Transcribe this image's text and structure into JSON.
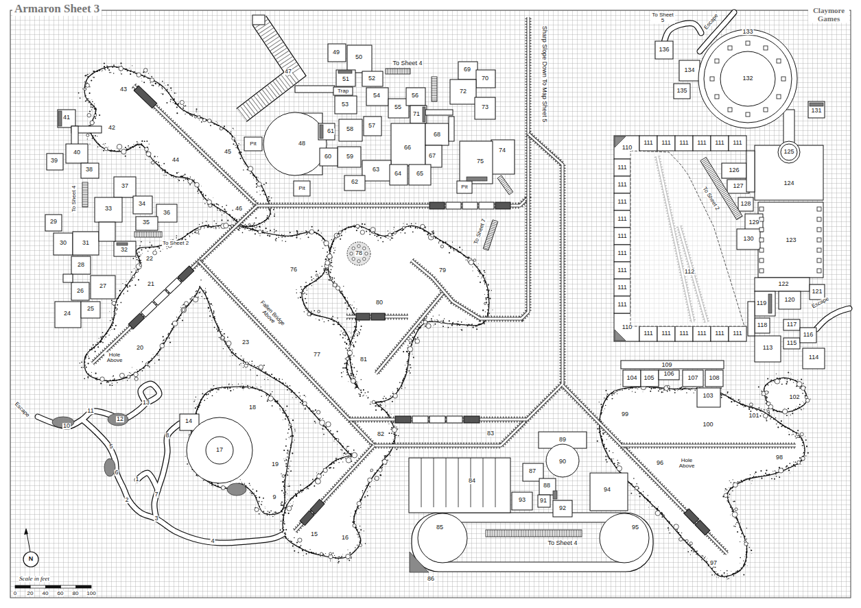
{
  "diagram": {
    "title": "Armaron Sheet 3",
    "labels": [
      "1",
      "2",
      "3",
      "4",
      "5",
      "6",
      "7",
      "8",
      "9",
      "10",
      "11",
      "12",
      "13",
      "14",
      "15",
      "16",
      "17",
      "18",
      "19",
      "20",
      "21",
      "22",
      "23",
      "24",
      "25",
      "26",
      "27",
      "28",
      "29",
      "30",
      "31",
      "32",
      "33",
      "34",
      "35",
      "36",
      "37",
      "38",
      "39",
      "40",
      "41",
      "42",
      "43",
      "44",
      "45",
      "46",
      "47",
      "48",
      "49",
      "50",
      "51",
      "52",
      "53",
      "54",
      "55",
      "56",
      "57",
      "58",
      "59",
      "60",
      "61",
      "62",
      "63",
      "64",
      "65",
      "66",
      "67",
      "68",
      "69",
      "70",
      "71",
      "72",
      "73",
      "74",
      "75",
      "76",
      "77",
      "78",
      "79",
      "80",
      "81",
      "82",
      "83",
      "84",
      "85",
      "86",
      "87",
      "88",
      "89",
      "90",
      "91",
      "92",
      "93",
      "94",
      "95",
      "96",
      "97",
      "98",
      "99",
      "100",
      "101",
      "102",
      "103",
      "104",
      "105",
      "106",
      "107",
      "108",
      "109",
      "110",
      "110",
      "111",
      "111",
      "111",
      "111",
      "111",
      "111",
      "111",
      "111",
      "111",
      "111",
      "111",
      "111",
      "111",
      "111",
      "111",
      "111",
      "111",
      "111",
      "111",
      "111",
      "111",
      "112",
      "113",
      "114",
      "115",
      "116",
      "117",
      "118",
      "119",
      "120",
      "121",
      "122",
      "123",
      "124",
      "125",
      "126",
      "127",
      "128",
      "129",
      "130",
      "131",
      "132",
      "133",
      "134",
      "135",
      "136",
      "Claymore Games",
      "To Sheet 5",
      "Escape",
      "To Sheet 4",
      "Trap",
      "Pit",
      "Pit",
      "Pit",
      "Sharp Slope Down To Map Sheet 5",
      "To Sheet 4",
      "To Sheet 2",
      "To Sheet 7",
      "To Sheet 2",
      "Fallen Bridge Above",
      "Hole Above",
      "Hole Above",
      "Escape",
      "Escape",
      "To Sheet 4",
      "N",
      "Scale in feet",
      "0",
      "20",
      "40",
      "60",
      "80",
      "100"
    ]
  }
}
